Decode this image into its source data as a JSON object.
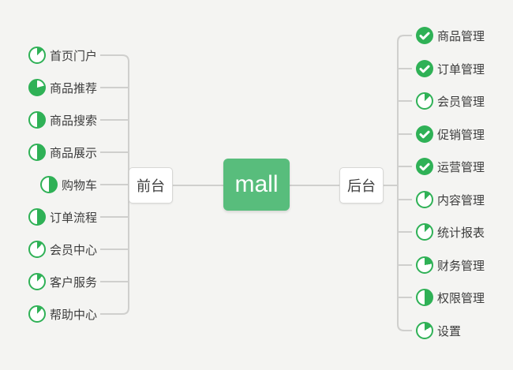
{
  "colors": {
    "background": "#f4f4f2",
    "line": "#cfcfcd",
    "node_bg": "#ffffff",
    "node_border": "#d7d7d5",
    "text": "#3c3c3c",
    "icon_green": "#2fb156",
    "root_green": "#58bd7c",
    "root_text": "#ffffff"
  },
  "mindmap": {
    "root": {
      "label": "mall"
    },
    "left_branch": {
      "label": "前台",
      "items": [
        {
          "label": "首页门户",
          "icon": {
            "name": "progress-pie-icon",
            "type": "pie",
            "start_deg": 0,
            "end_deg": 45
          }
        },
        {
          "label": "商品推荐",
          "icon": {
            "name": "progress-pie-icon",
            "type": "pie",
            "start_deg": 75,
            "end_deg": 360
          }
        },
        {
          "label": "商品搜索",
          "icon": {
            "name": "progress-pie-icon",
            "type": "pie",
            "start_deg": 0,
            "end_deg": 180
          }
        },
        {
          "label": "商品展示",
          "icon": {
            "name": "progress-pie-icon",
            "type": "pie",
            "start_deg": 0,
            "end_deg": 180
          }
        },
        {
          "label": "购物车",
          "icon": {
            "name": "progress-pie-icon",
            "type": "pie",
            "start_deg": 0,
            "end_deg": 180
          }
        },
        {
          "label": "订单流程",
          "icon": {
            "name": "progress-pie-icon",
            "type": "pie",
            "start_deg": 0,
            "end_deg": 180
          }
        },
        {
          "label": "会员中心",
          "icon": {
            "name": "progress-pie-icon",
            "type": "pie",
            "start_deg": 0,
            "end_deg": 42
          }
        },
        {
          "label": "客户服务",
          "icon": {
            "name": "progress-pie-icon",
            "type": "pie",
            "start_deg": 0,
            "end_deg": 42
          }
        },
        {
          "label": "帮助中心",
          "icon": {
            "name": "progress-pie-icon",
            "type": "pie",
            "start_deg": 0,
            "end_deg": 42
          }
        }
      ]
    },
    "right_branch": {
      "label": "后台",
      "items": [
        {
          "label": "商品管理",
          "icon": {
            "name": "check-icon",
            "type": "check"
          }
        },
        {
          "label": "订单管理",
          "icon": {
            "name": "check-icon",
            "type": "check"
          }
        },
        {
          "label": "会员管理",
          "icon": {
            "name": "progress-pie-icon",
            "type": "pie",
            "start_deg": 0,
            "end_deg": 45
          }
        },
        {
          "label": "促销管理",
          "icon": {
            "name": "check-icon",
            "type": "check"
          }
        },
        {
          "label": "运营管理",
          "icon": {
            "name": "check-icon",
            "type": "check"
          }
        },
        {
          "label": "内容管理",
          "icon": {
            "name": "progress-pie-icon",
            "type": "pie",
            "start_deg": 0,
            "end_deg": 45
          }
        },
        {
          "label": "统计报表",
          "icon": {
            "name": "progress-pie-icon",
            "type": "pie",
            "start_deg": 0,
            "end_deg": 45
          }
        },
        {
          "label": "财务管理",
          "icon": {
            "name": "progress-pie-icon",
            "type": "pie",
            "start_deg": 0,
            "end_deg": 80
          }
        },
        {
          "label": "权限管理",
          "icon": {
            "name": "progress-pie-icon",
            "type": "pie",
            "start_deg": 0,
            "end_deg": 180
          }
        },
        {
          "label": "设置",
          "icon": {
            "name": "progress-pie-icon",
            "type": "pie",
            "start_deg": 0,
            "end_deg": 60
          }
        }
      ]
    }
  }
}
